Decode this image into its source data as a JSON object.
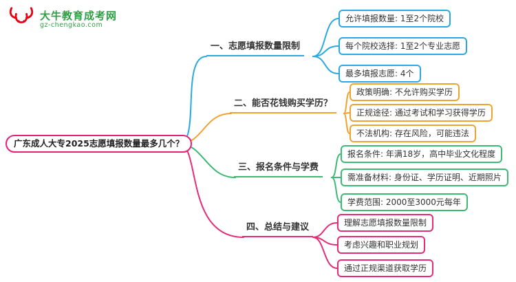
{
  "logo": {
    "icon": "bull-icon",
    "title": "大牛教育成考网",
    "subtitle": "gz-chengkao.com"
  },
  "root": {
    "label": "广东成人大专2025志愿填报数量最多几个？",
    "color": "#ea1d78"
  },
  "branches": [
    {
      "label": "一、志愿填报数量限制",
      "color": "#2ba8e0",
      "children": [
        "允许填报数量: 1至2个院校",
        "每个院校选择: 1至2个专业志愿",
        "最多填报志愿: 4个"
      ]
    },
    {
      "label": "二、能否花钱购买学历？",
      "color": "#efa32f",
      "children": [
        "政策明确: 不允许购买学历",
        "正规途径: 通过考试和学习获得学历",
        "不法机构: 存在风险，可能违法"
      ]
    },
    {
      "label": "三、报名条件与学费",
      "color": "#3eb875",
      "children": [
        "报名条件: 年满18岁，高中毕业文化程度",
        "需准备材料: 身份证、学历证明、近期照片",
        "学费范围: 2000至3000元每年"
      ]
    },
    {
      "label": "四、总结与建议",
      "color": "#e42c77",
      "children": [
        "理解志愿填报数量限制",
        "考虑兴趣和职业规划",
        "通过正规渠道获取学历"
      ]
    }
  ]
}
